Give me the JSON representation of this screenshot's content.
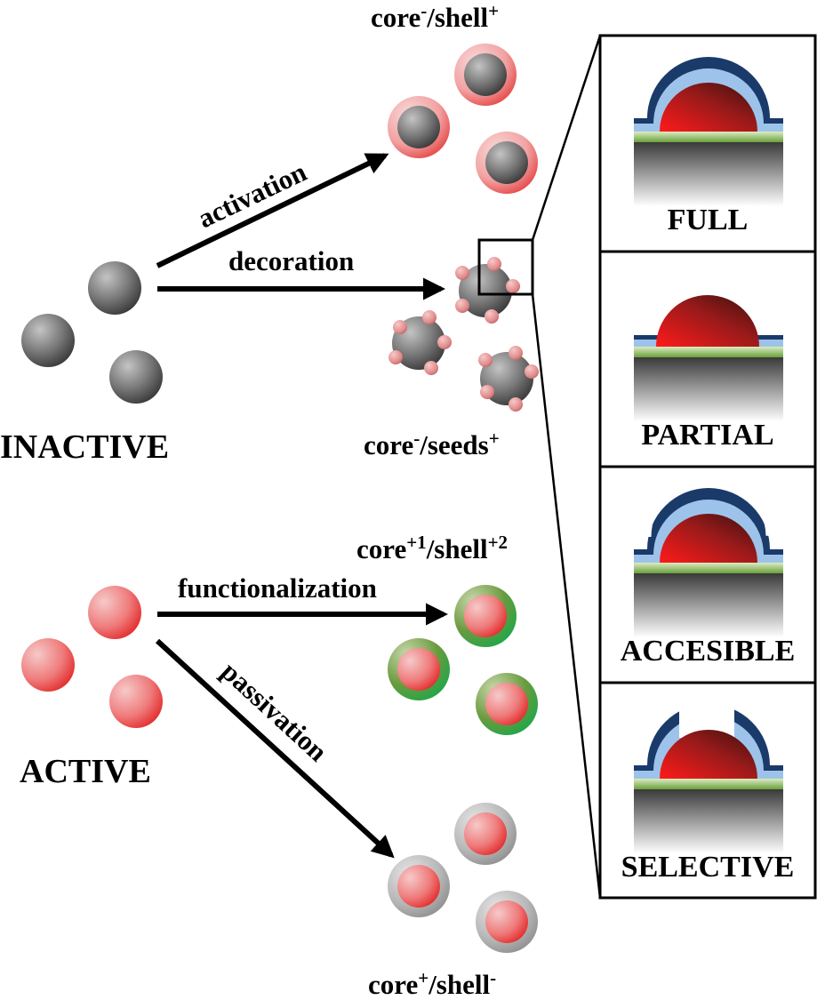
{
  "groups": {
    "inactive": "INACTIVE",
    "active": "ACTIVE"
  },
  "arrows": {
    "activation": "activation",
    "decoration": "decoration",
    "functionalization": "functionalization",
    "passivation": "passivation"
  },
  "products": {
    "core_minus_shell_plus": {
      "core": "core",
      "core_sup": "-",
      "sep": "/shell",
      "sep_sup": "+"
    },
    "core_minus_seeds_plus": {
      "core": "core",
      "core_sup": "-",
      "sep": "/seeds",
      "sep_sup": "+"
    },
    "core_p1_shell_p2": {
      "core": "core",
      "core_sup": "+1",
      "sep": "/shell",
      "sep_sup": "+2"
    },
    "core_plus_shell_minus": {
      "core": "core",
      "core_sup": "+",
      "sep": "/shell",
      "sep_sup": "-"
    }
  },
  "panels": [
    "FULL",
    "PARTIAL",
    "ACCESIBLE",
    "SELECTIVE"
  ],
  "colors": {
    "inactive_core": "#6b6b6b",
    "active_core": "#ee4444",
    "shell_pink": "#f0a0a0",
    "shell_green": "#3da84a",
    "shell_grey": "#a8a8a8",
    "coating_navy": "#1a3a6a",
    "coating_light_blue": "#9dc3ea",
    "substrate_green": "#7fb040"
  }
}
